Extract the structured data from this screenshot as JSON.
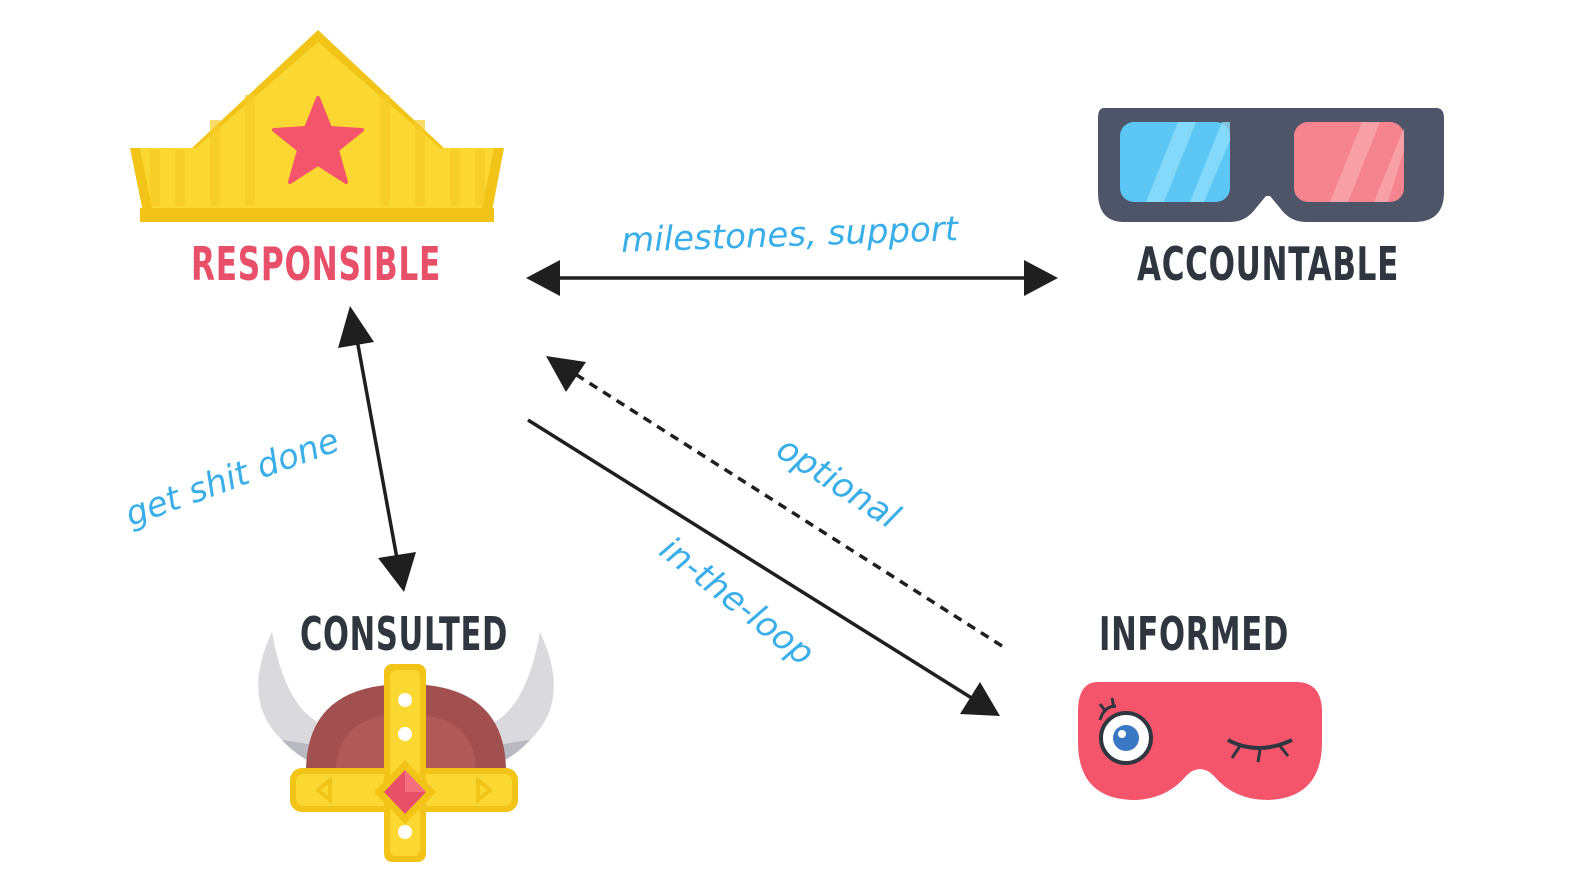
{
  "diagram": {
    "nodes": {
      "responsible": {
        "label": "RESPONSIBLE",
        "icon": "crown-icon",
        "color": "#e8506a"
      },
      "accountable": {
        "label": "ACCOUNTABLE",
        "icon": "3d-glasses-icon",
        "color": "#2f3640"
      },
      "consulted": {
        "label": "CONSULTED",
        "icon": "viking-helmet-icon",
        "color": "#2f3640"
      },
      "informed": {
        "label": "INFORMED",
        "icon": "sleep-mask-icon",
        "color": "#2f3640"
      }
    },
    "edges": {
      "responsible_accountable": {
        "label": "milestones, support",
        "style": "solid",
        "direction": "both"
      },
      "responsible_consulted": {
        "label": "get shit done",
        "style": "solid",
        "direction": "both"
      },
      "informed_responsible": {
        "label": "optional",
        "style": "dashed",
        "direction": "to-responsible"
      },
      "responsible_informed": {
        "label": "in-the-loop",
        "style": "solid",
        "direction": "to-informed"
      }
    },
    "colors": {
      "edge_label": "#3aaee8",
      "arrow": "#1f1f1f",
      "dark_text": "#2f3640",
      "red_text": "#e8506a"
    }
  }
}
